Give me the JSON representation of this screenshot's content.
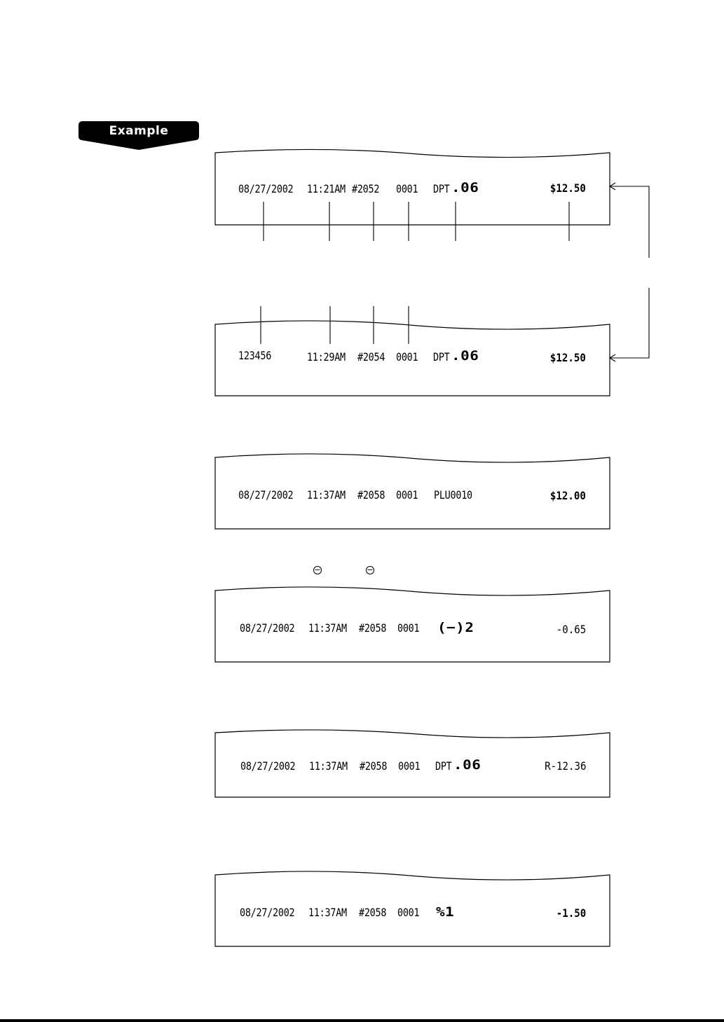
{
  "badge": {
    "label": "Example"
  },
  "receipts": [
    {
      "date": "08/27/2002",
      "time": "11:21AM",
      "consec": "#2052",
      "clerk": "0001",
      "item_prefix": "DPT",
      "item_suffix": ".06",
      "amount": "$12.50"
    },
    {
      "date": "123456",
      "time": "11:29AM",
      "consec": "#2054",
      "clerk": "0001",
      "item_prefix": "DPT",
      "item_suffix": ".06",
      "amount": "$12.50"
    },
    {
      "date": "08/27/2002",
      "time": "11:37AM",
      "consec": "#2058",
      "clerk": "0001",
      "item_prefix": "PLU0010",
      "item_suffix": "",
      "amount": "$12.00"
    },
    {
      "date": "08/27/2002",
      "time": "11:37AM",
      "consec": "#2058",
      "clerk": "0001",
      "item_prefix": "",
      "item_suffix": "(−)2",
      "amount": "-0.65"
    },
    {
      "date": "08/27/2002",
      "time": "11:37AM",
      "consec": "#2058",
      "clerk": "0001",
      "item_prefix": "DPT",
      "item_suffix": ".06",
      "amount": "R-12.36"
    },
    {
      "date": "08/27/2002",
      "time": "11:37AM",
      "consec": "#2058",
      "clerk": "0001",
      "item_prefix": "",
      "item_suffix": "%1",
      "amount": "-1.50"
    }
  ],
  "keys": {
    "minus_symbol": "−"
  }
}
